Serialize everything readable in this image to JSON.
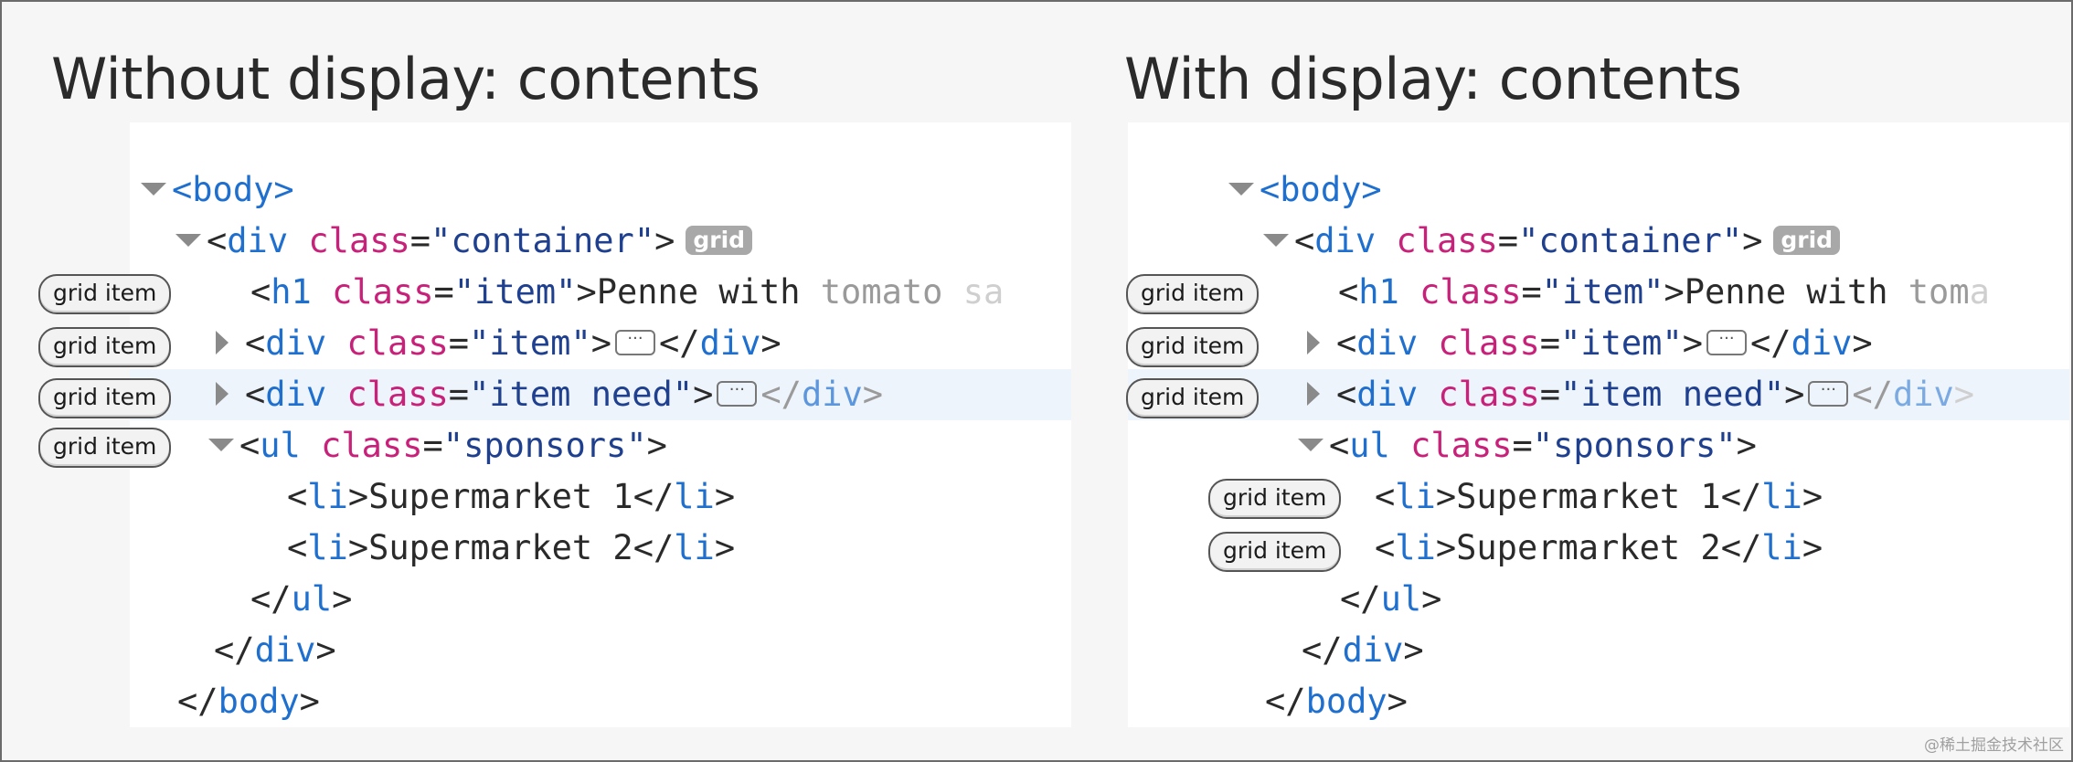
{
  "left": {
    "title": "Without display: contents",
    "badges": [
      "grid item",
      "grid item",
      "grid item",
      "grid item"
    ],
    "lines": {
      "body_open": "<body>",
      "div_container": {
        "open": "<",
        "tag": "div",
        "attr": "class",
        "eq": "=",
        "val": "\"container\"",
        "close": ">",
        "tag_badge": "grid"
      },
      "h1": {
        "open": "<",
        "tag": "h1",
        "attr": "class",
        "eq": "=",
        "val": "\"item\"",
        "close": ">",
        "text": "Penne with ",
        "fade1": "tomato ",
        "fade2": "sa"
      },
      "div_item": {
        "open": "<",
        "tag": "div",
        "attr": "class",
        "eq": "=",
        "val": "\"item\"",
        "close": ">",
        "end": "</",
        "end_tag": "div",
        "end_close": ">"
      },
      "div_need": {
        "open": "<",
        "tag": "div",
        "attr": "class",
        "eq": "=",
        "val": "\"item need\"",
        "close": ">",
        "end": "</",
        "end_tag": "div",
        "end_close": ">"
      },
      "ul": {
        "open": "<",
        "tag": "ul",
        "attr": "class",
        "eq": "=",
        "val": "\"sponsors\"",
        "close": ">"
      },
      "li1": {
        "open": "<",
        "tag": "li",
        "close": ">",
        "text": "Supermarket 1",
        "end": "</",
        "end_tag": "li",
        "end_close": ">"
      },
      "li2": {
        "open": "<",
        "tag": "li",
        "close": ">",
        "text": "Supermarket 2",
        "end": "</",
        "end_tag": "li",
        "end_close": ">"
      },
      "ul_close": {
        "end": "</",
        "tag": "ul",
        "close": ">"
      },
      "div_close": {
        "end": "</",
        "tag": "div",
        "close": ">"
      },
      "body_close": {
        "end": "</",
        "tag": "body",
        "close": ">"
      }
    }
  },
  "right": {
    "title": "With display: contents",
    "badges": [
      "grid item",
      "grid item",
      "grid item",
      "grid item",
      "grid item"
    ],
    "lines": {
      "body_open": "<body>",
      "div_container": {
        "open": "<",
        "tag": "div",
        "attr": "class",
        "eq": "=",
        "val": "\"container\"",
        "close": ">",
        "tag_badge": "grid"
      },
      "h1": {
        "open": "<",
        "tag": "h1",
        "attr": "class",
        "eq": "=",
        "val": "\"item\"",
        "close": ">",
        "text": "Penne with ",
        "fade1": "tom",
        "fade2": "a"
      },
      "div_item": {
        "open": "<",
        "tag": "div",
        "attr": "class",
        "eq": "=",
        "val": "\"item\"",
        "close": ">",
        "end": "</",
        "end_tag": "div",
        "end_close": ">"
      },
      "div_need": {
        "open": "<",
        "tag": "div",
        "attr": "class",
        "eq": "=",
        "val": "\"item need\"",
        "close": ">",
        "end": "</",
        "end_tag": "div",
        "end_close": ">"
      },
      "ul": {
        "open": "<",
        "tag": "ul",
        "attr": "class",
        "eq": "=",
        "val": "\"sponsors\"",
        "close": ">"
      },
      "li1": {
        "open": "<",
        "tag": "li",
        "close": ">",
        "text": "Supermarket 1",
        "end": "</",
        "end_tag": "li",
        "end_close": ">"
      },
      "li2": {
        "open": "<",
        "tag": "li",
        "close": ">",
        "text": "Supermarket 2",
        "end": "</",
        "end_tag": "li",
        "end_close": ">"
      },
      "ul_close": {
        "end": "</",
        "tag": "ul",
        "close": ">"
      },
      "div_close": {
        "end": "</",
        "tag": "div",
        "close": ">"
      },
      "body_close": {
        "end": "</",
        "tag": "body",
        "close": ">"
      }
    }
  },
  "ellipsis": "···",
  "watermark": "@稀土掘金技术社区"
}
